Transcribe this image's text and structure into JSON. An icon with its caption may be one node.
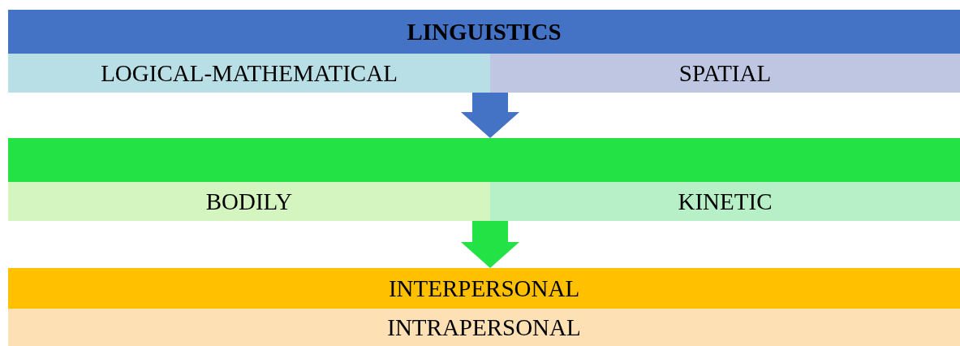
{
  "diagram": {
    "nodes": [
      {
        "text": [
          "LINGUISTICS"
        ]
      },
      {
        "text": [
          "LOGICAL-MATHEMATICAL"
        ]
      },
      {
        "text": [
          "SPATIAL"
        ]
      },
      {
        "text": [],
        "shape": "bar"
      },
      {
        "text": [
          "BODILY"
        ]
      },
      {
        "text": [
          "KINETIC"
        ]
      },
      {
        "text": [
          "INTERPERSONAL"
        ]
      },
      {
        "text": [
          "INTRAPERSONAL"
        ]
      }
    ],
    "edges": [
      {
        "from": 1,
        "to": 3,
        "arrow": "to",
        "style": "thick",
        "color": "#4472c4"
      },
      {
        "from": 4,
        "to": 6,
        "arrow": "to",
        "style": "thick",
        "color": "#22e245"
      }
    ]
  }
}
